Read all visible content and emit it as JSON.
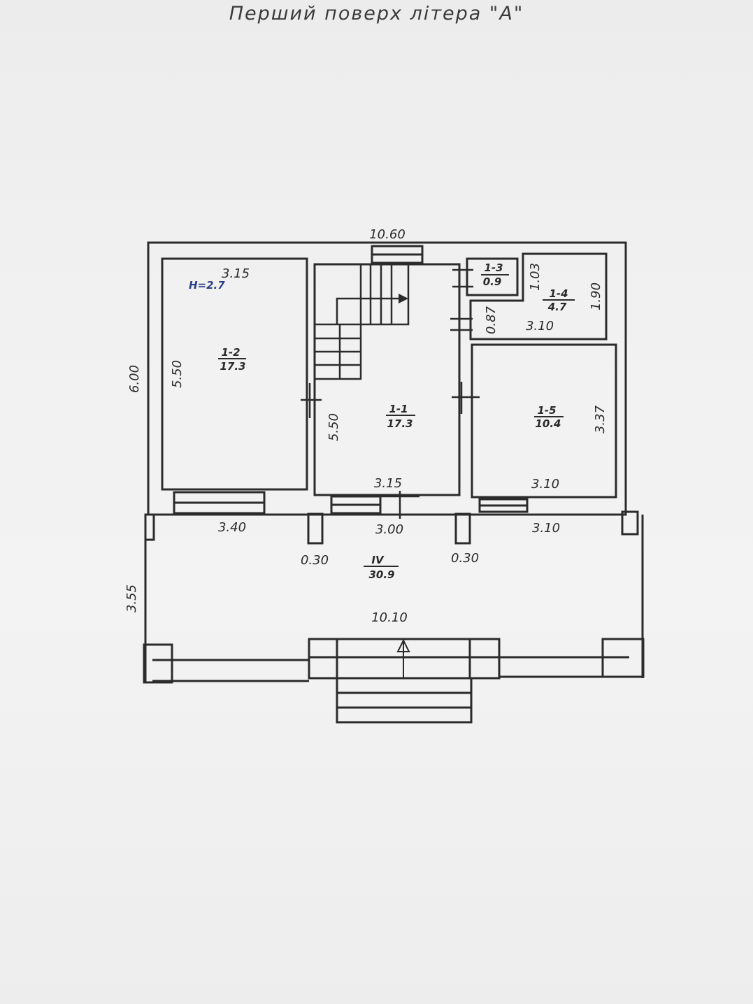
{
  "title": "Перший поверх літера \"А\"",
  "height_note": "H=2.7",
  "rooms": [
    {
      "id": "1-1",
      "area": "17.3"
    },
    {
      "id": "1-2",
      "area": "17.3"
    },
    {
      "id": "1-3",
      "area": "0.9"
    },
    {
      "id": "1-4",
      "area": "4.7"
    },
    {
      "id": "1-5",
      "area": "10.4"
    },
    {
      "id": "IV",
      "area": "30.9"
    }
  ],
  "dimensions": {
    "overall_width": "10.60",
    "overall_depth": "6.00",
    "room_1_2_width": "3.15",
    "room_1_2_depth": "5.50",
    "room_1_1_depth": "5.50",
    "room_1_1_width": "3.15",
    "room_1_3_side": "1.03",
    "room_1_4_depth": "1.90",
    "room_1_4_lower": "0.87",
    "room_1_4_width": "3.10",
    "room_1_5_depth": "3.37",
    "room_1_5_width": "3.10",
    "terrace_left": "3.40",
    "terrace_middle": "3.00",
    "terrace_right": "3.10",
    "column_left": "0.30",
    "column_right": "0.30",
    "terrace_depth": "3.55",
    "terrace_width": "10.10"
  }
}
